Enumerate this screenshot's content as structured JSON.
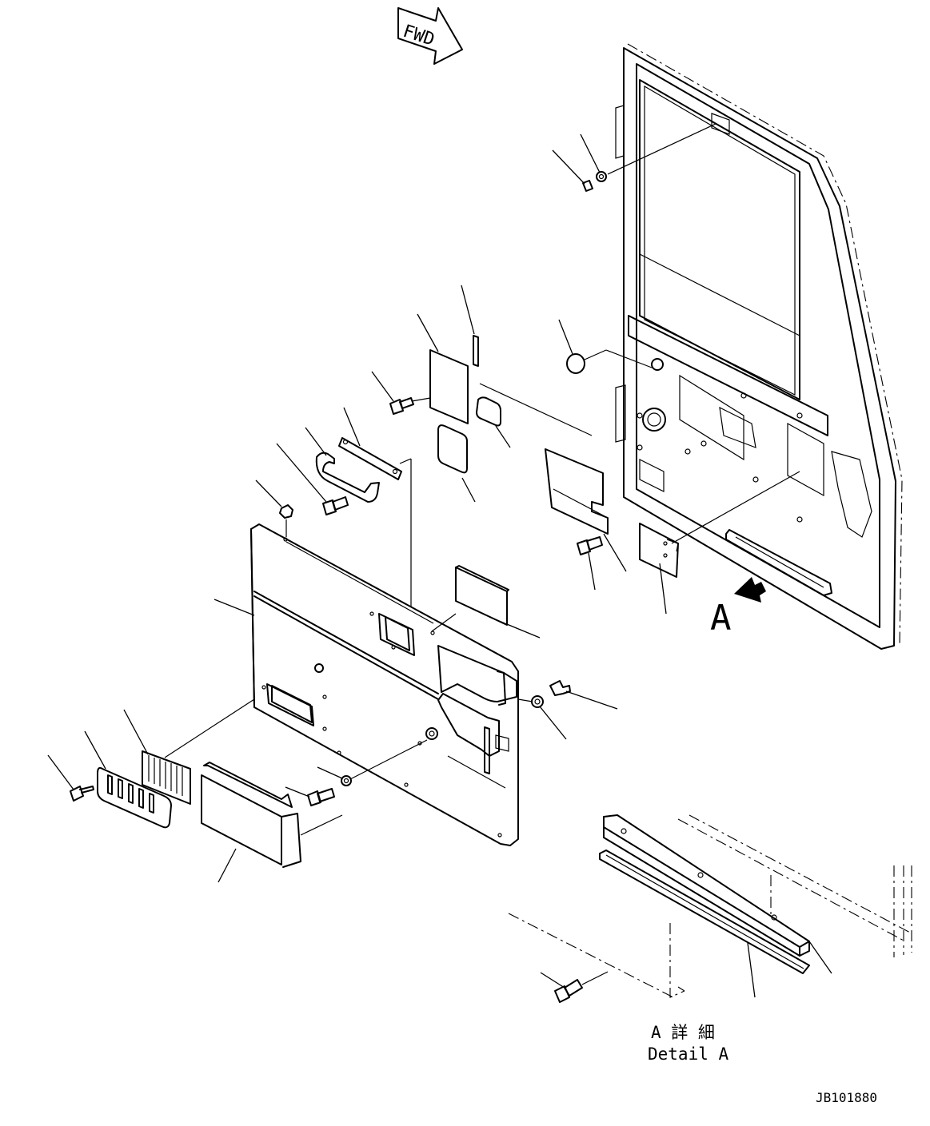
{
  "fwd_label": "FWD",
  "view_arrow_label": "A",
  "detail_title_jp": "A 詳 細",
  "detail_title_en": "Detail A",
  "drawing_number": "JB101880",
  "colors": {
    "ink": "#000000",
    "paper": "#ffffff"
  }
}
